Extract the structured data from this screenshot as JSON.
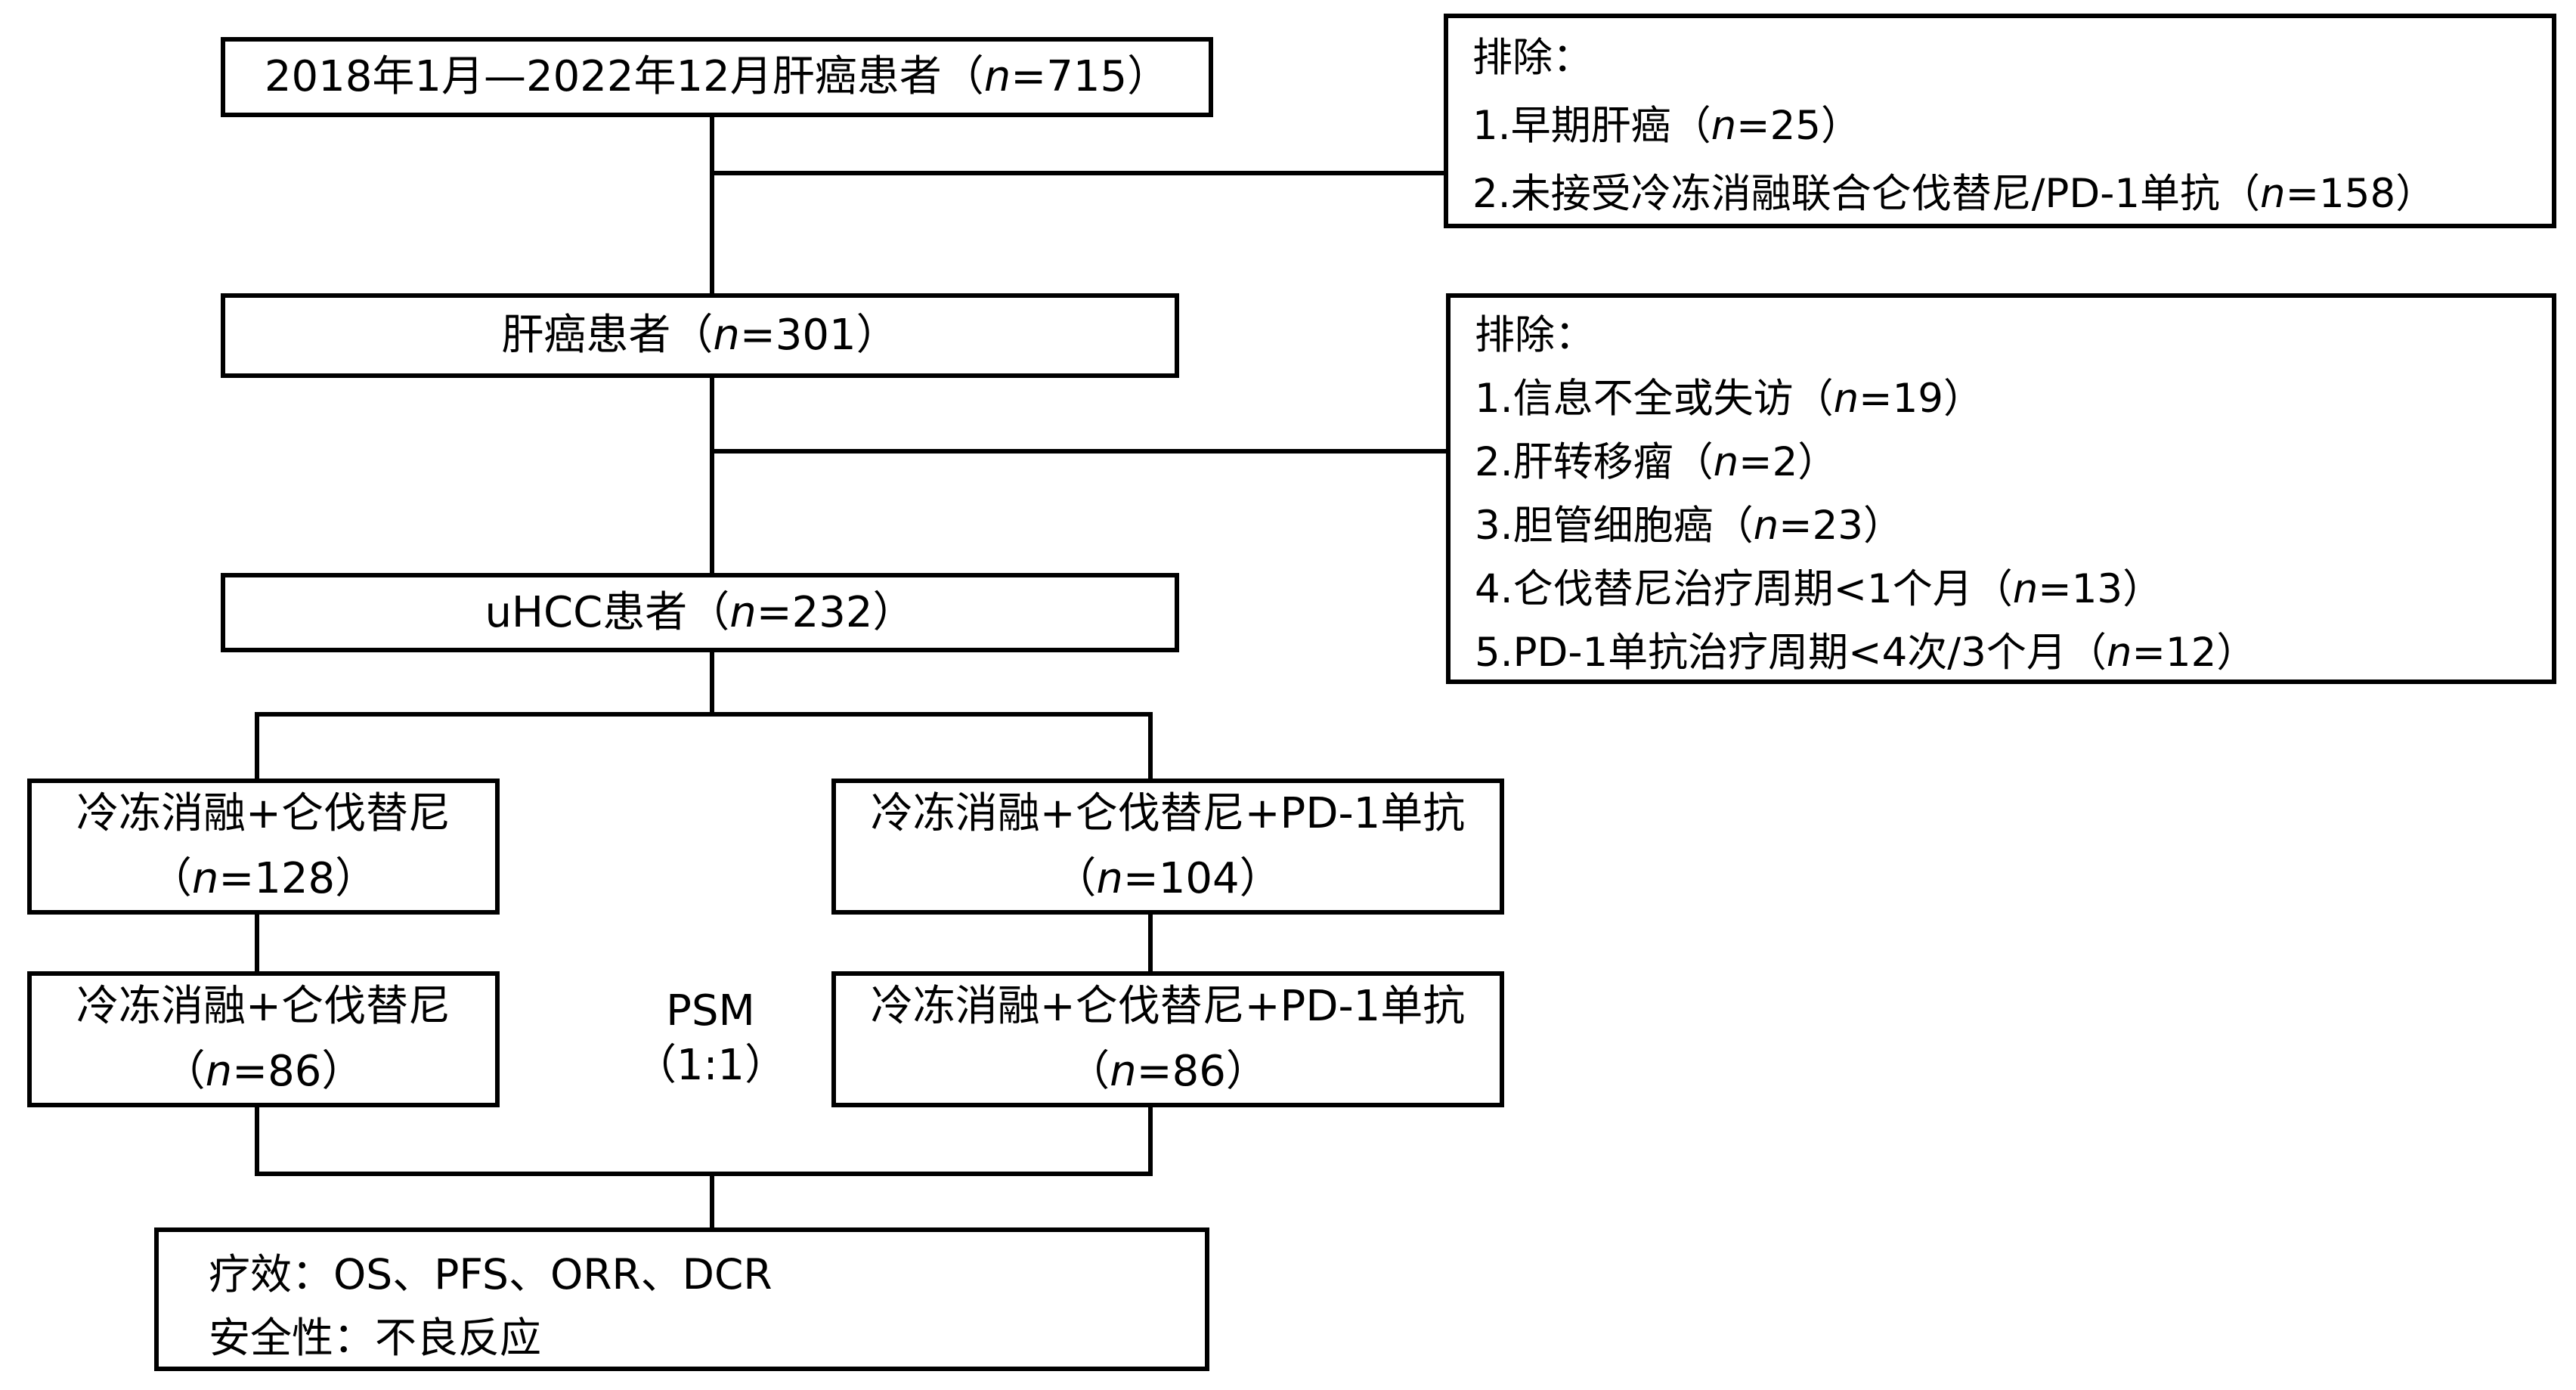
{
  "page": {
    "background_color": "#ffffff",
    "line_color": "#000000",
    "text_color": "#000000"
  },
  "flowchart": {
    "top_box": {
      "pre": "2018年1月—2022年12月肝癌患者（",
      "var": "n",
      "post": "=715）"
    },
    "exclusion_1": {
      "title": "排除：",
      "items": [
        {
          "pre": "1.早期肝癌（",
          "var": "n",
          "post": "=25）"
        },
        {
          "pre": "2.未接受冷冻消融联合仑伐替尼/PD-1单抗（",
          "var": "n",
          "post": "=158）"
        }
      ]
    },
    "liver_cancer_box": {
      "pre": "肝癌患者（",
      "var": "n",
      "post": "=301）"
    },
    "exclusion_2": {
      "title": "排除：",
      "items": [
        {
          "pre": "1.信息不全或失访（",
          "var": "n",
          "post": "=19）"
        },
        {
          "pre": "2.肝转移瘤（",
          "var": "n",
          "post": "=2）"
        },
        {
          "pre": "3.胆管细胞癌（",
          "var": "n",
          "post": "=23）"
        },
        {
          "pre": "4.仑伐替尼治疗周期<1个月（",
          "var": "n",
          "post": "=13）"
        },
        {
          "pre": "5.PD-1单抗治疗周期<4次/3个月（",
          "var": "n",
          "post": "=12）"
        }
      ]
    },
    "uhcc_box": {
      "pre": "uHCC患者（",
      "var": "n",
      "post": "=232）"
    },
    "branch_left_1": {
      "line1": "冷冻消融+仑伐替尼",
      "count": {
        "pre": "（",
        "var": "n",
        "post": "=128）"
      }
    },
    "branch_right_1": {
      "line1": "冷冻消融+仑伐替尼+PD-1单抗",
      "count": {
        "pre": "（",
        "var": "n",
        "post": "=104）"
      }
    },
    "psm": {
      "line1": "PSM",
      "line2": "（1:1）"
    },
    "branch_left_2": {
      "line1": "冷冻消融+仑伐替尼",
      "count": {
        "pre": "（",
        "var": "n",
        "post": "=86）"
      }
    },
    "branch_right_2": {
      "line1": "冷冻消融+仑伐替尼+PD-1单抗",
      "count": {
        "pre": "（",
        "var": "n",
        "post": "=86）"
      }
    },
    "outcome_box": {
      "line1": "疗效：OS、PFS、ORR、DCR",
      "line2": "安全性：不良反应"
    }
  }
}
